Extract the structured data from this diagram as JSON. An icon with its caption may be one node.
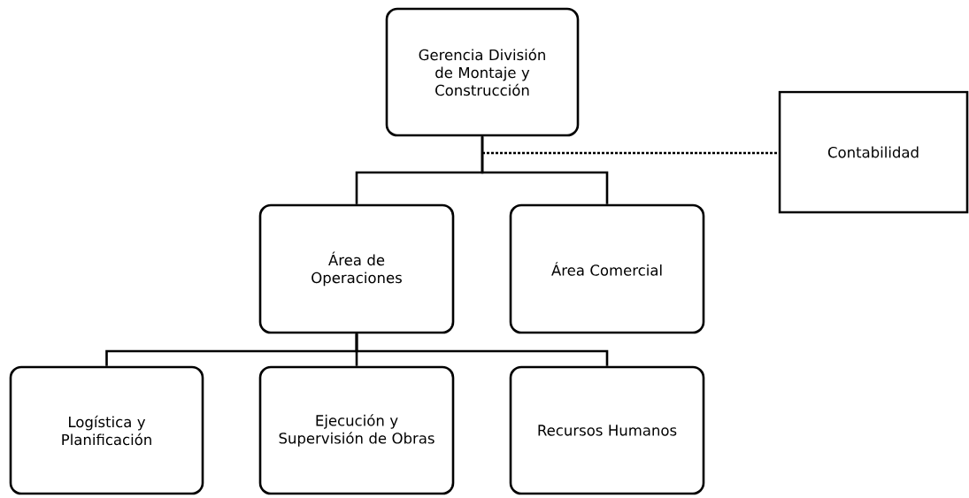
{
  "diagram": {
    "nodes": [
      {
        "text": [
          "Gerencia División de Montaje y Construcción"
        ]
      },
      {
        "text": [
          "Contabilidad"
        ]
      },
      {
        "text": [
          "Área de Operaciones"
        ]
      },
      {
        "text": [
          "Área Comercial"
        ]
      },
      {
        "text": [
          "Logística y Planificación"
        ]
      },
      {
        "text": [
          "Ejecución y Supervisión de Obras"
        ]
      },
      {
        "text": [
          "Recursos Humanos"
        ]
      }
    ],
    "edges": [
      {
        "from": 0,
        "to": 2,
        "arrow": "none"
      },
      {
        "from": 0,
        "to": 3,
        "arrow": "none"
      },
      {
        "from": 0,
        "to": 1,
        "arrow": "none",
        "style": "dashed"
      },
      {
        "from": 2,
        "to": 4,
        "arrow": "none"
      },
      {
        "from": 2,
        "to": 5,
        "arrow": "none"
      },
      {
        "from": 2,
        "to": 6,
        "arrow": "none"
      }
    ]
  }
}
